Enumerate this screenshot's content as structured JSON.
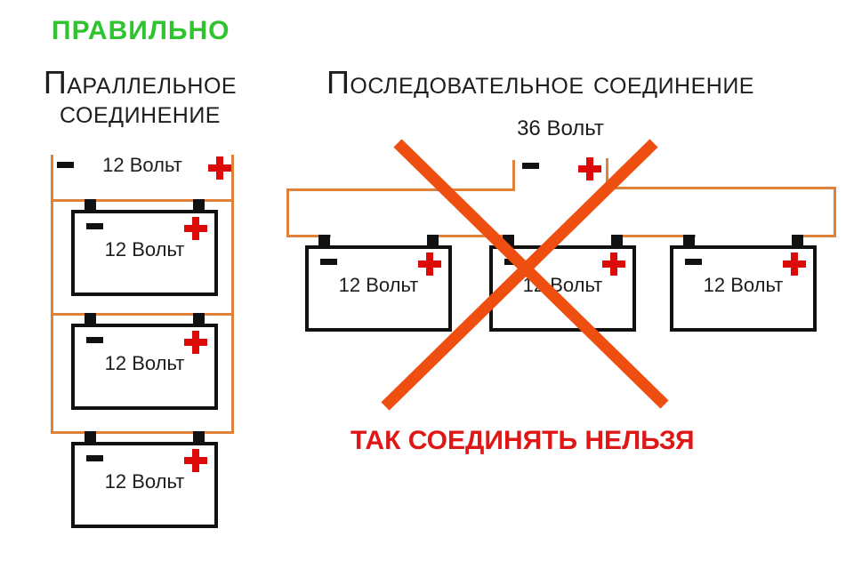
{
  "colors": {
    "correct-green": "#2fc42f",
    "wire-orange": "#e0813b",
    "cross-orange": "#ee4f10",
    "error-red": "#e01717",
    "plus-red": "#dd0a0a",
    "ink-black": "#111111"
  },
  "verdict": {
    "correct": "ПРАВИЛЬНО",
    "incorrect": "ТАК СОЕДИНЯТЬ НЕЛЬЗЯ"
  },
  "parallel": {
    "title": "Параллельное соединение",
    "bus_voltage": "12 Вольт",
    "bus_minus": "−",
    "bus_plus": "+",
    "battery_count": 3
  },
  "series": {
    "title": "Последовательное соединение",
    "total_voltage": "36 Вольт",
    "lead_minus": "−",
    "lead_plus": "+",
    "battery_count": 3
  },
  "battery": {
    "voltage": "12 Вольт",
    "minus": "−",
    "plus": "+"
  }
}
